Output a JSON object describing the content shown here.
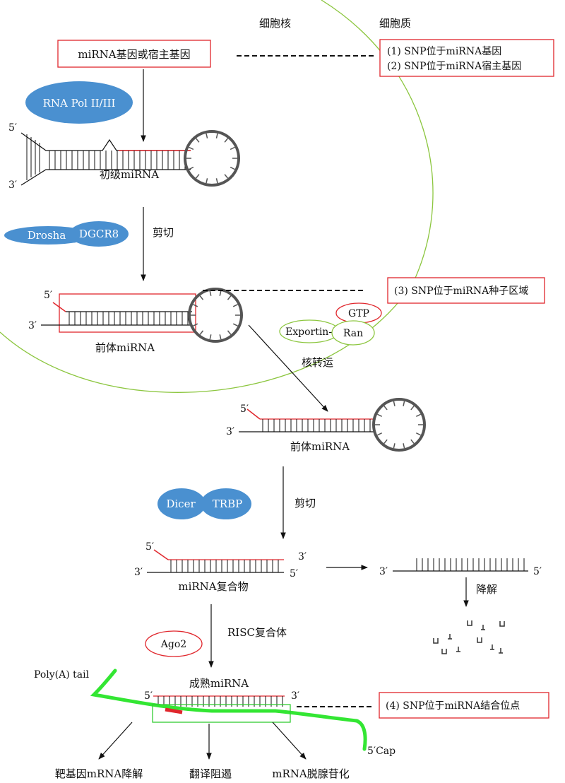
{
  "colors": {
    "membrane": "#8cc63f",
    "red": "#e0262c",
    "blue": "#4a90d0",
    "mrna_green": "#33e633",
    "black": "#111111"
  },
  "regions": {
    "nucleus": "细胞核",
    "cytoplasm": "细胞质"
  },
  "boxes": {
    "gene": "miRNA基因或宿主基因",
    "snp_1": "(1) SNP位于miRNA基因",
    "snp_2": "(2) SNP位于miRNA宿主基因",
    "snp_3": "(3) SNP位于miRNA种子区域",
    "snp_4": "(4) SNP位于miRNA结合位点"
  },
  "enzymes": {
    "pol": "RNA Pol II/III",
    "drosha": "Drosha",
    "dgcr8": "DGCR8",
    "gtp": "GTP",
    "exportin": "Exportin-5",
    "ran": "Ran",
    "dicer": "Dicer",
    "trbp": "TRBP",
    "ago2": "Ago2"
  },
  "labels": {
    "pri_mirna": "初级miRNA",
    "cut_1": "剪切",
    "pre_mirna_1": "前体miRNA",
    "nuclear_export": "核转运",
    "pre_mirna_2": "前体miRNA",
    "cut_2": "剪切",
    "duplex": "miRNA复合物",
    "degrade": "降解",
    "risc": "RISC复合体",
    "mature": "成熟miRNA",
    "poly_a": "Poly(A) tail",
    "cap": "5′Cap",
    "outcome_1": "靶基因mRNA降解",
    "outcome_2": "翻译阻遏",
    "outcome_3": "mRNA脱腺苷化"
  },
  "ends": {
    "five": "5′",
    "three": "3′"
  }
}
